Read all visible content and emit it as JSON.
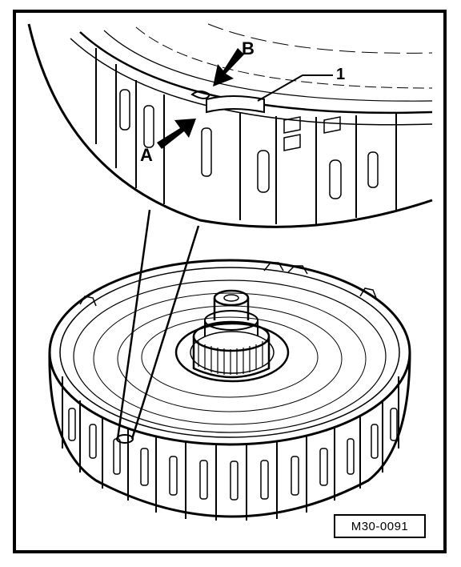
{
  "labels": {
    "a": "A",
    "b": "B",
    "one": "1"
  },
  "reference_code": "M30-0091",
  "colors": {
    "ink": "#000000",
    "paper": "#ffffff"
  }
}
